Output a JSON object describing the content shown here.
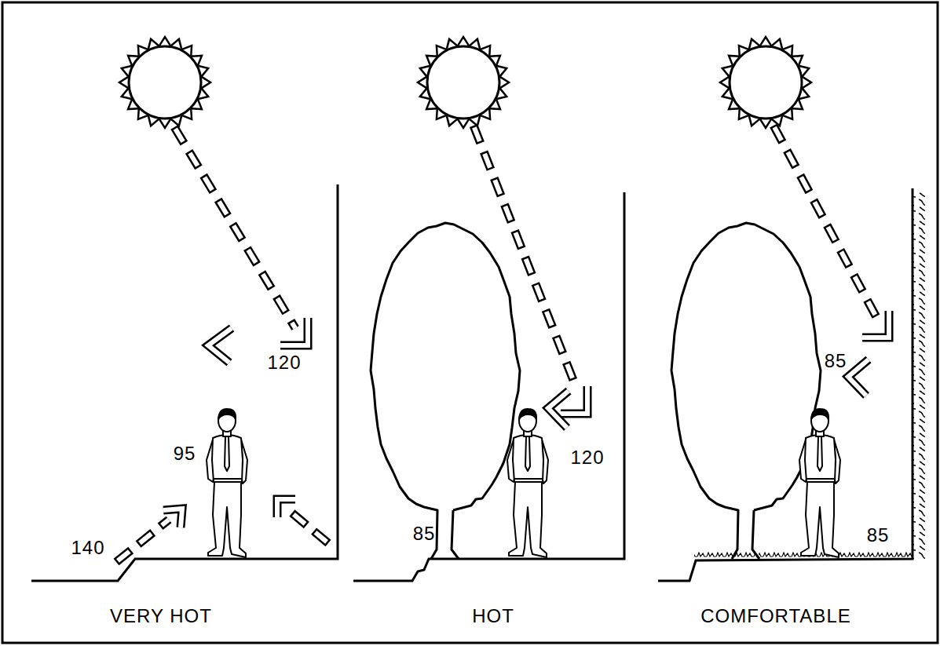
{
  "diagram": {
    "labels": [
      "120",
      "95",
      "140",
      "VERY HOT",
      "120",
      "85",
      "HOT",
      "85",
      "85",
      "COMFORTABLE"
    ]
  }
}
